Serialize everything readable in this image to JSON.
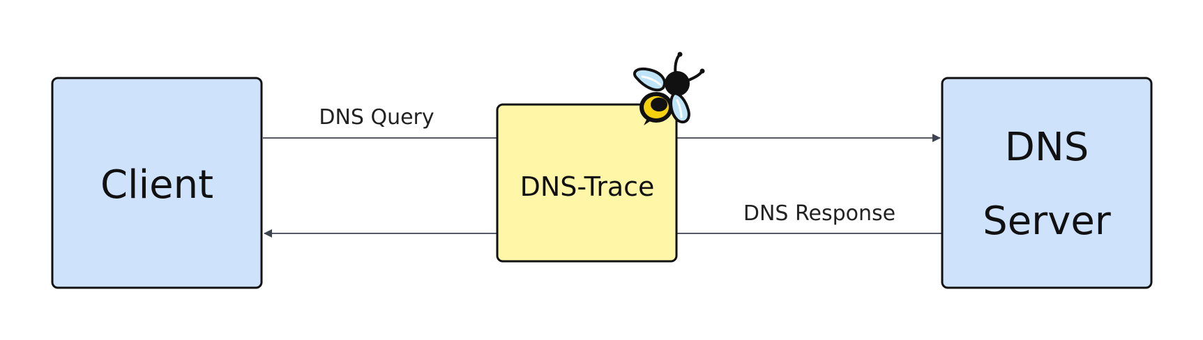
{
  "diagram": {
    "nodes": {
      "client": {
        "label": "Client"
      },
      "trace": {
        "label": "DNS-Trace"
      },
      "server": {
        "label_line1": "DNS",
        "label_line2": "Server"
      }
    },
    "edges": {
      "query": {
        "label": "DNS Query"
      },
      "response": {
        "label": "DNS Response"
      }
    },
    "colors": {
      "node_blue_fill": "#cfe2fb",
      "node_yellow_fill": "#fff6a8",
      "stroke": "#111111",
      "arrow": "#3d4350",
      "bee_body": "#111111",
      "bee_stripe": "#f5d20f",
      "bee_wing": "#bfe3f7"
    },
    "icons": {
      "mascot": "bee-icon"
    }
  }
}
